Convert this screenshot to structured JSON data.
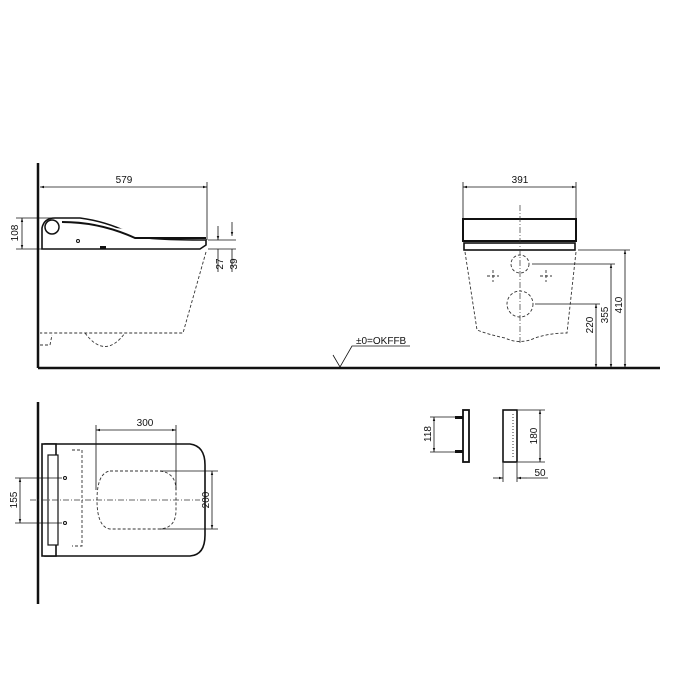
{
  "side_view": {
    "width": "579",
    "height": "108",
    "offset_a": "27",
    "offset_b": "39"
  },
  "front_view": {
    "width": "391",
    "height_a": "220",
    "height_b": "355",
    "height_c": "410",
    "floor_label": "±0=OKFFB"
  },
  "top_view": {
    "length": "300",
    "width": "200",
    "spacing": "155"
  },
  "parts": {
    "bracket_height": "118",
    "panel_height": "180",
    "panel_depth": "50"
  }
}
